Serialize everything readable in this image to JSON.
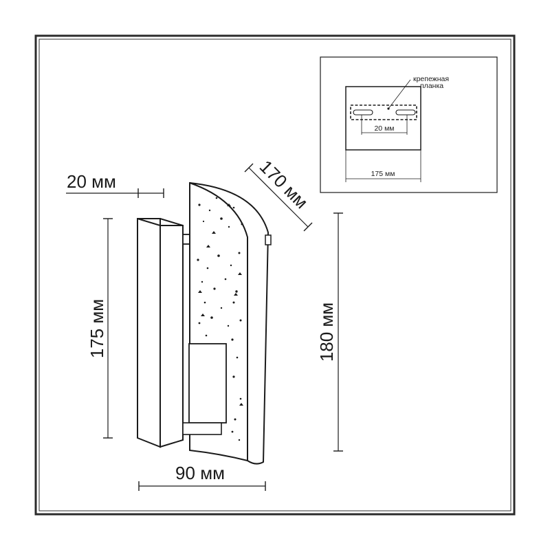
{
  "dimensions": {
    "mount_depth": "20 мм",
    "shade_arc": "170 мм",
    "backplate_height": "175 мм",
    "total_height": "180 мм",
    "total_width": "90 мм"
  },
  "inset": {
    "bracket_label_line1": "крепежная",
    "bracket_label_line2": "планка",
    "slot_spacing": "20 мм",
    "plate_width": "175 мм"
  }
}
